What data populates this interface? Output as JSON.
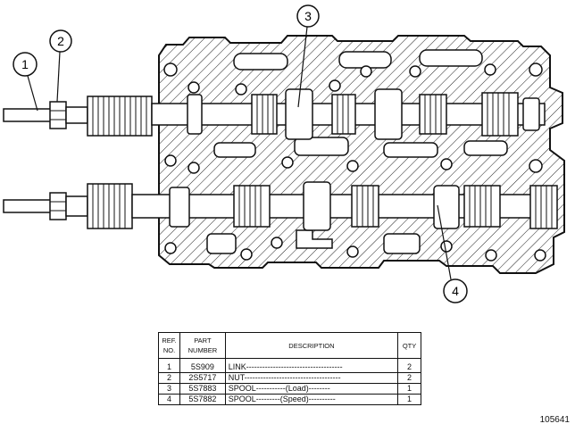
{
  "callouts": [
    "1",
    "2",
    "3",
    "4"
  ],
  "table": {
    "headers": {
      "ref_line1": "REF.",
      "ref_line2": "NO.",
      "part_line1": "PART",
      "part_line2": "NUMBER",
      "description": "DESCRIPTION",
      "qty": "QTY"
    },
    "rows": [
      {
        "ref": "1",
        "part": "5S909",
        "description": "LINK",
        "note": "",
        "qty": "2"
      },
      {
        "ref": "2",
        "part": "2S5717",
        "description": "NUT",
        "note": "",
        "qty": "2"
      },
      {
        "ref": "3",
        "part": "5S7883",
        "description": "SPOOL",
        "note": "(Load)",
        "qty": "1"
      },
      {
        "ref": "4",
        "part": "5S7882",
        "description": "SPOOL",
        "note": "(Speed)",
        "qty": "1"
      }
    ]
  },
  "figure_number": "105641"
}
